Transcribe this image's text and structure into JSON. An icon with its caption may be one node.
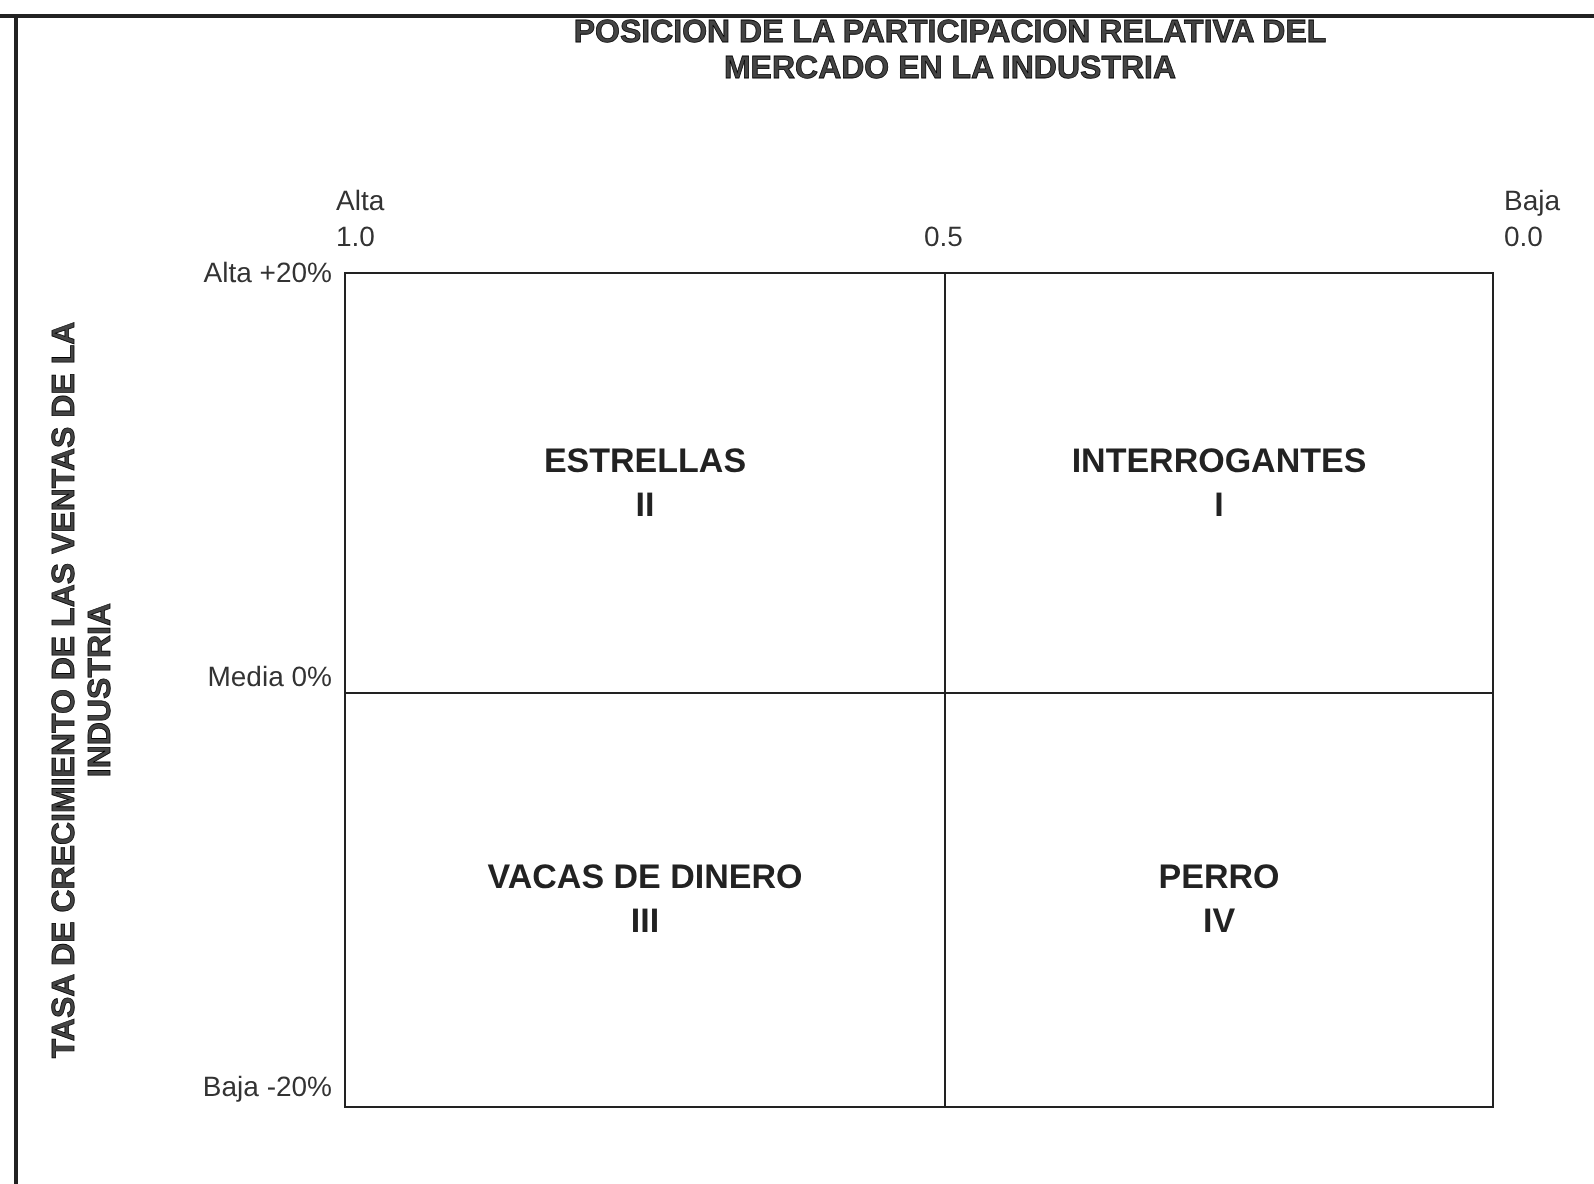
{
  "diagram": {
    "nodes": [
      {
        "text": [
          "ESTRELLAS",
          "II"
        ]
      },
      {
        "text": [
          "INTERROGANTES",
          "I"
        ]
      },
      {
        "text": [
          "VACAS DE DINERO",
          "III"
        ]
      },
      {
        "text": [
          "PERRO",
          "IV"
        ]
      }
    ],
    "labels": [
      "POSICION DE LA PARTICIPACION RELATIVA DEL MERCADO EN LA INDUSTRIA",
      "Alta",
      "Baja",
      "1.0",
      "0.5",
      "0.0",
      "Alta +20%",
      "Media 0%",
      "Baja -20%",
      "TASA DE CRECIMIENTO DE LAS VENTAS DE LA INDUSTRIA"
    ]
  }
}
